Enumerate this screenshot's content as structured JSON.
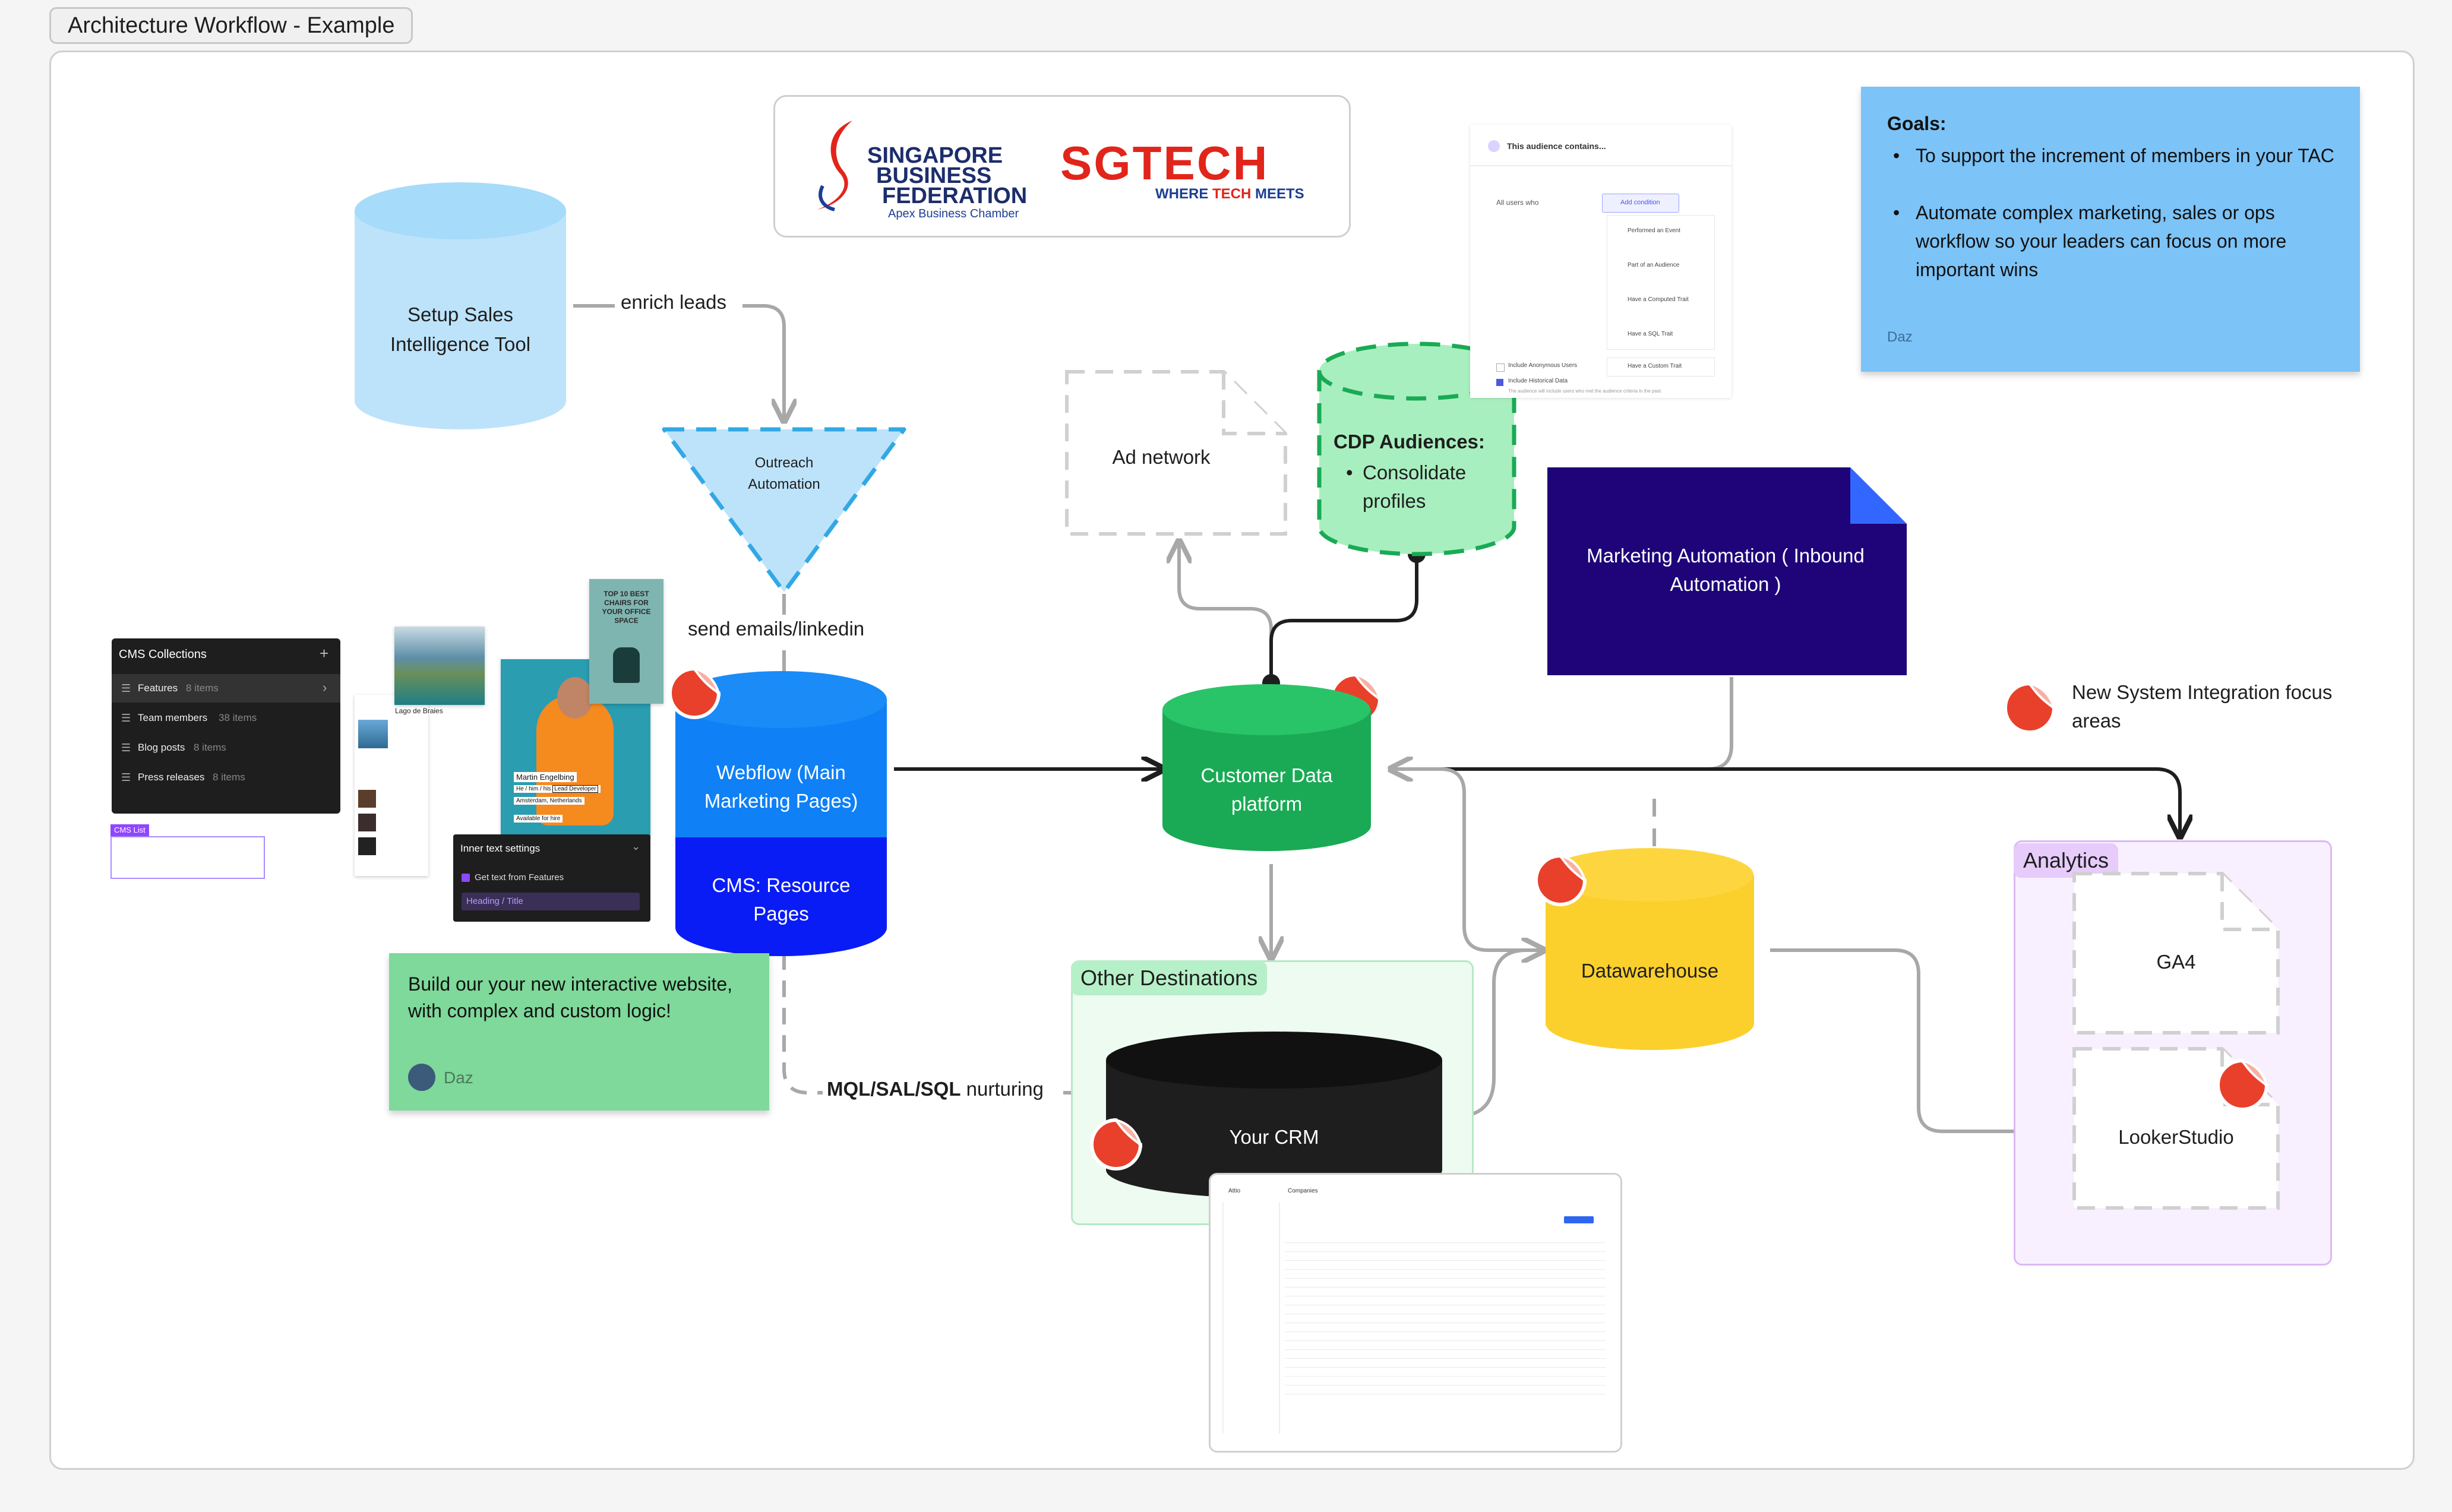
{
  "section": {
    "title": "Architecture Workflow - Example"
  },
  "logos": {
    "sbf_line1": "SINGAPORE",
    "sbf_line2": "BUSINESS",
    "sbf_line3": "FEDERATION",
    "sbf_tag": "Apex Business Chamber",
    "sgtech": "SGTECH",
    "sgtech_tag_pre": "WHERE ",
    "sgtech_tag_mid": "TECH",
    "sgtech_tag_post": " MEETS"
  },
  "goals": {
    "title": "Goals:",
    "items": [
      "To support the increment of members in your TAC",
      "Automate complex marketing, sales or ops workflow so your leaders can focus on more important wins"
    ],
    "author": "Daz"
  },
  "nodes": {
    "sales_tool": "Setup Sales Intelligence Tool",
    "outreach": "Outreach Automation",
    "webflow_top": "Webflow (Main Marketing Pages)",
    "webflow_bottom": "CMS: Resource Pages",
    "ad_network": "Ad network",
    "cdp_title": "CDP Audiences:",
    "cdp_item": "Consolidate profiles",
    "marketing_automation": "Marketing Automation ( Inbound Automation )",
    "cdp_platform": "Customer Data platform",
    "datawarehouse": "Datawarehouse",
    "crm": "Your CRM",
    "ga4": "GA4",
    "looker": "LookerStudio"
  },
  "edge_labels": {
    "enrich": "enrich leads",
    "send": "send emails/linkedin",
    "mql_bold": "MQL/SAL/SQL",
    "mql_rest": " nurturing"
  },
  "sections": {
    "other_destinations": "Other Destinations",
    "analytics": "Analytics"
  },
  "legend": {
    "text": "New System Integration focus areas"
  },
  "green_note": {
    "text": "Build our your new interactive website, with complex and custom logic!",
    "author": "Daz"
  },
  "cms_panel": {
    "title": "CMS Collections",
    "items": [
      {
        "name": "Features",
        "count": "8 items"
      },
      {
        "name": "Team members",
        "count": "38 items"
      },
      {
        "name": "Blog posts",
        "count": "8 items"
      },
      {
        "name": "Press releases",
        "count": "8 items"
      }
    ],
    "list_tag": "CMS List"
  },
  "inner_text": {
    "title": "Inner text settings",
    "option": "Get text from",
    "option_target": "Features",
    "field": "Heading / Title"
  },
  "profile_card": {
    "name": "Martin Engelbing",
    "role_a": "He / him / his",
    "role_b": "Lead Developer",
    "location": "Amsterdam, Netherlands",
    "available": "Available for hire"
  },
  "poster": {
    "headline": "TOP 10 BEST CHAIRS FOR YOUR OFFICE SPACE"
  },
  "lake_card": {
    "name": "Lago de Braies"
  },
  "audience_panel": {
    "header": "This audience contains...",
    "all_users": "All users who",
    "add_condition": "Add condition",
    "options": [
      "Performed an Event",
      "Part of an Audience",
      "Have a Computed Trait",
      "Have a SQL Trait",
      "Have a Custom Trait"
    ],
    "check1": "Include Anonymous Users",
    "check2": "Include Historical Data",
    "note": "The audience will include users who met the audience criteria in the past."
  },
  "crm_screen": {
    "title": "Companies",
    "brand": "Attio"
  },
  "colors": {
    "blue_note": "#7cc3f7",
    "green_note": "#7ed99a",
    "cdp": "#1aaa55",
    "navy": "#1e0478",
    "webflow": "#0a1cf5",
    "yellow": "#fbd02c",
    "red": "#e8402a"
  }
}
